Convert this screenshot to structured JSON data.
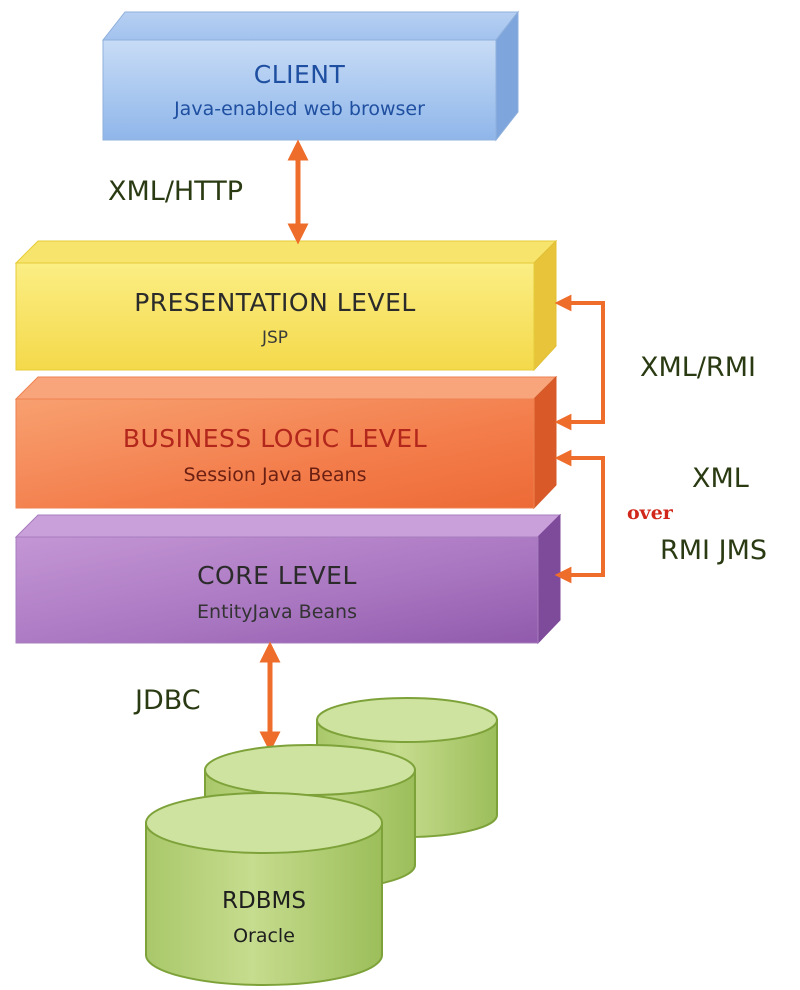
{
  "colors": {
    "client_text": "#1f4fa0",
    "layer_title_text": "#2b2b2b",
    "business_title_text": "#b3261c",
    "business_sub_text": "#6a1f12",
    "arrow": "#ef6d2b",
    "edge_label_text": "#2a3a12",
    "over_text": "#d0271a",
    "db_fill": "#bcd47f",
    "db_outline": "#7ea23a"
  },
  "client": {
    "title": "CLIENT",
    "subtitle": "Java-enabled web browser"
  },
  "layers": {
    "presentation": {
      "title": "PRESENTATION LEVEL",
      "subtitle": "JSP"
    },
    "business": {
      "title": "BUSINESS LOGIC LEVEL",
      "subtitle": "Session  Java Beans"
    },
    "core": {
      "title": "CORE LEVEL",
      "subtitle": "EntityJava Beans"
    }
  },
  "connectors": {
    "client_presentation": "XML/HTTP",
    "presentation_business": "XML/RMI",
    "business_core_top": "XML",
    "business_core_mid": "over",
    "business_core_bottom": "RMI JMS",
    "core_db": "JDBC"
  },
  "database": {
    "title": "RDBMS",
    "subtitle": "Oracle"
  },
  "icons": [
    "double-arrow-icon",
    "bracket-arrow-icon",
    "database-cylinder-icon"
  ]
}
